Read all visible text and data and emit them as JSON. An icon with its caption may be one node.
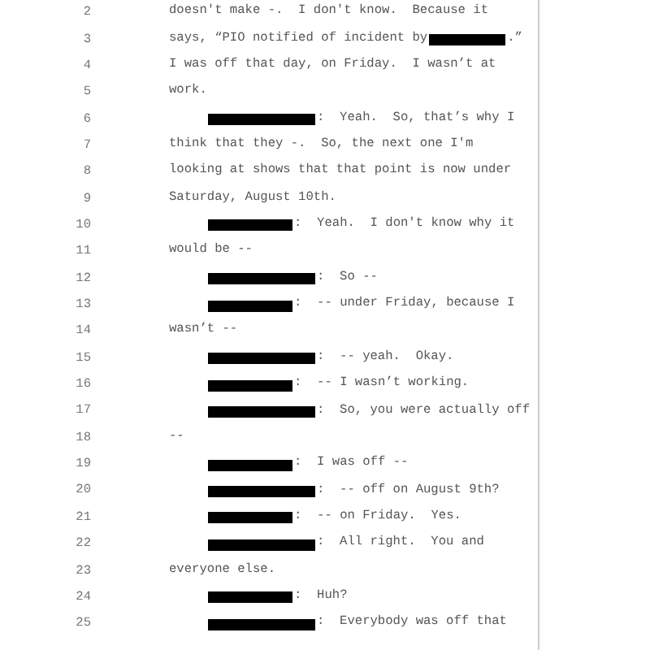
{
  "diagram": {
    "labels": [
      "2",
      "doesn't make -.  I don't know.  Because it",
      "3",
      "says, “PIO notified of incident by",
      ".”",
      "4",
      "I was off that day, on Friday.  I wasn’t at",
      "5",
      "work.",
      "6",
      ":  Yeah.  So, that’s why I",
      "7",
      "think that they -.  So, the next one I'm",
      "8",
      "looking at shows that that point is now under",
      "9",
      "Saturday, August 10th.",
      "10",
      ":  Yeah.  I don't know why it",
      "11",
      "would be --",
      "12",
      ":  So --",
      "13",
      ":  -- under Friday, because I",
      "14",
      "wasn’t --",
      "15",
      ":  -- yeah.  Okay.",
      "16",
      ":  -- I wasn’t working.",
      "17",
      ":  So, you were actually off",
      "18",
      "--",
      "19",
      ":  I was off --",
      "20",
      ":  -- off on August 9th?",
      "21",
      ":  -- on Friday.  Yes.",
      "22",
      ":  All right.  You and",
      "23",
      "everyone else.",
      "24",
      ":  Huh?",
      "25",
      ":  Everybody was off that"
    ]
  }
}
